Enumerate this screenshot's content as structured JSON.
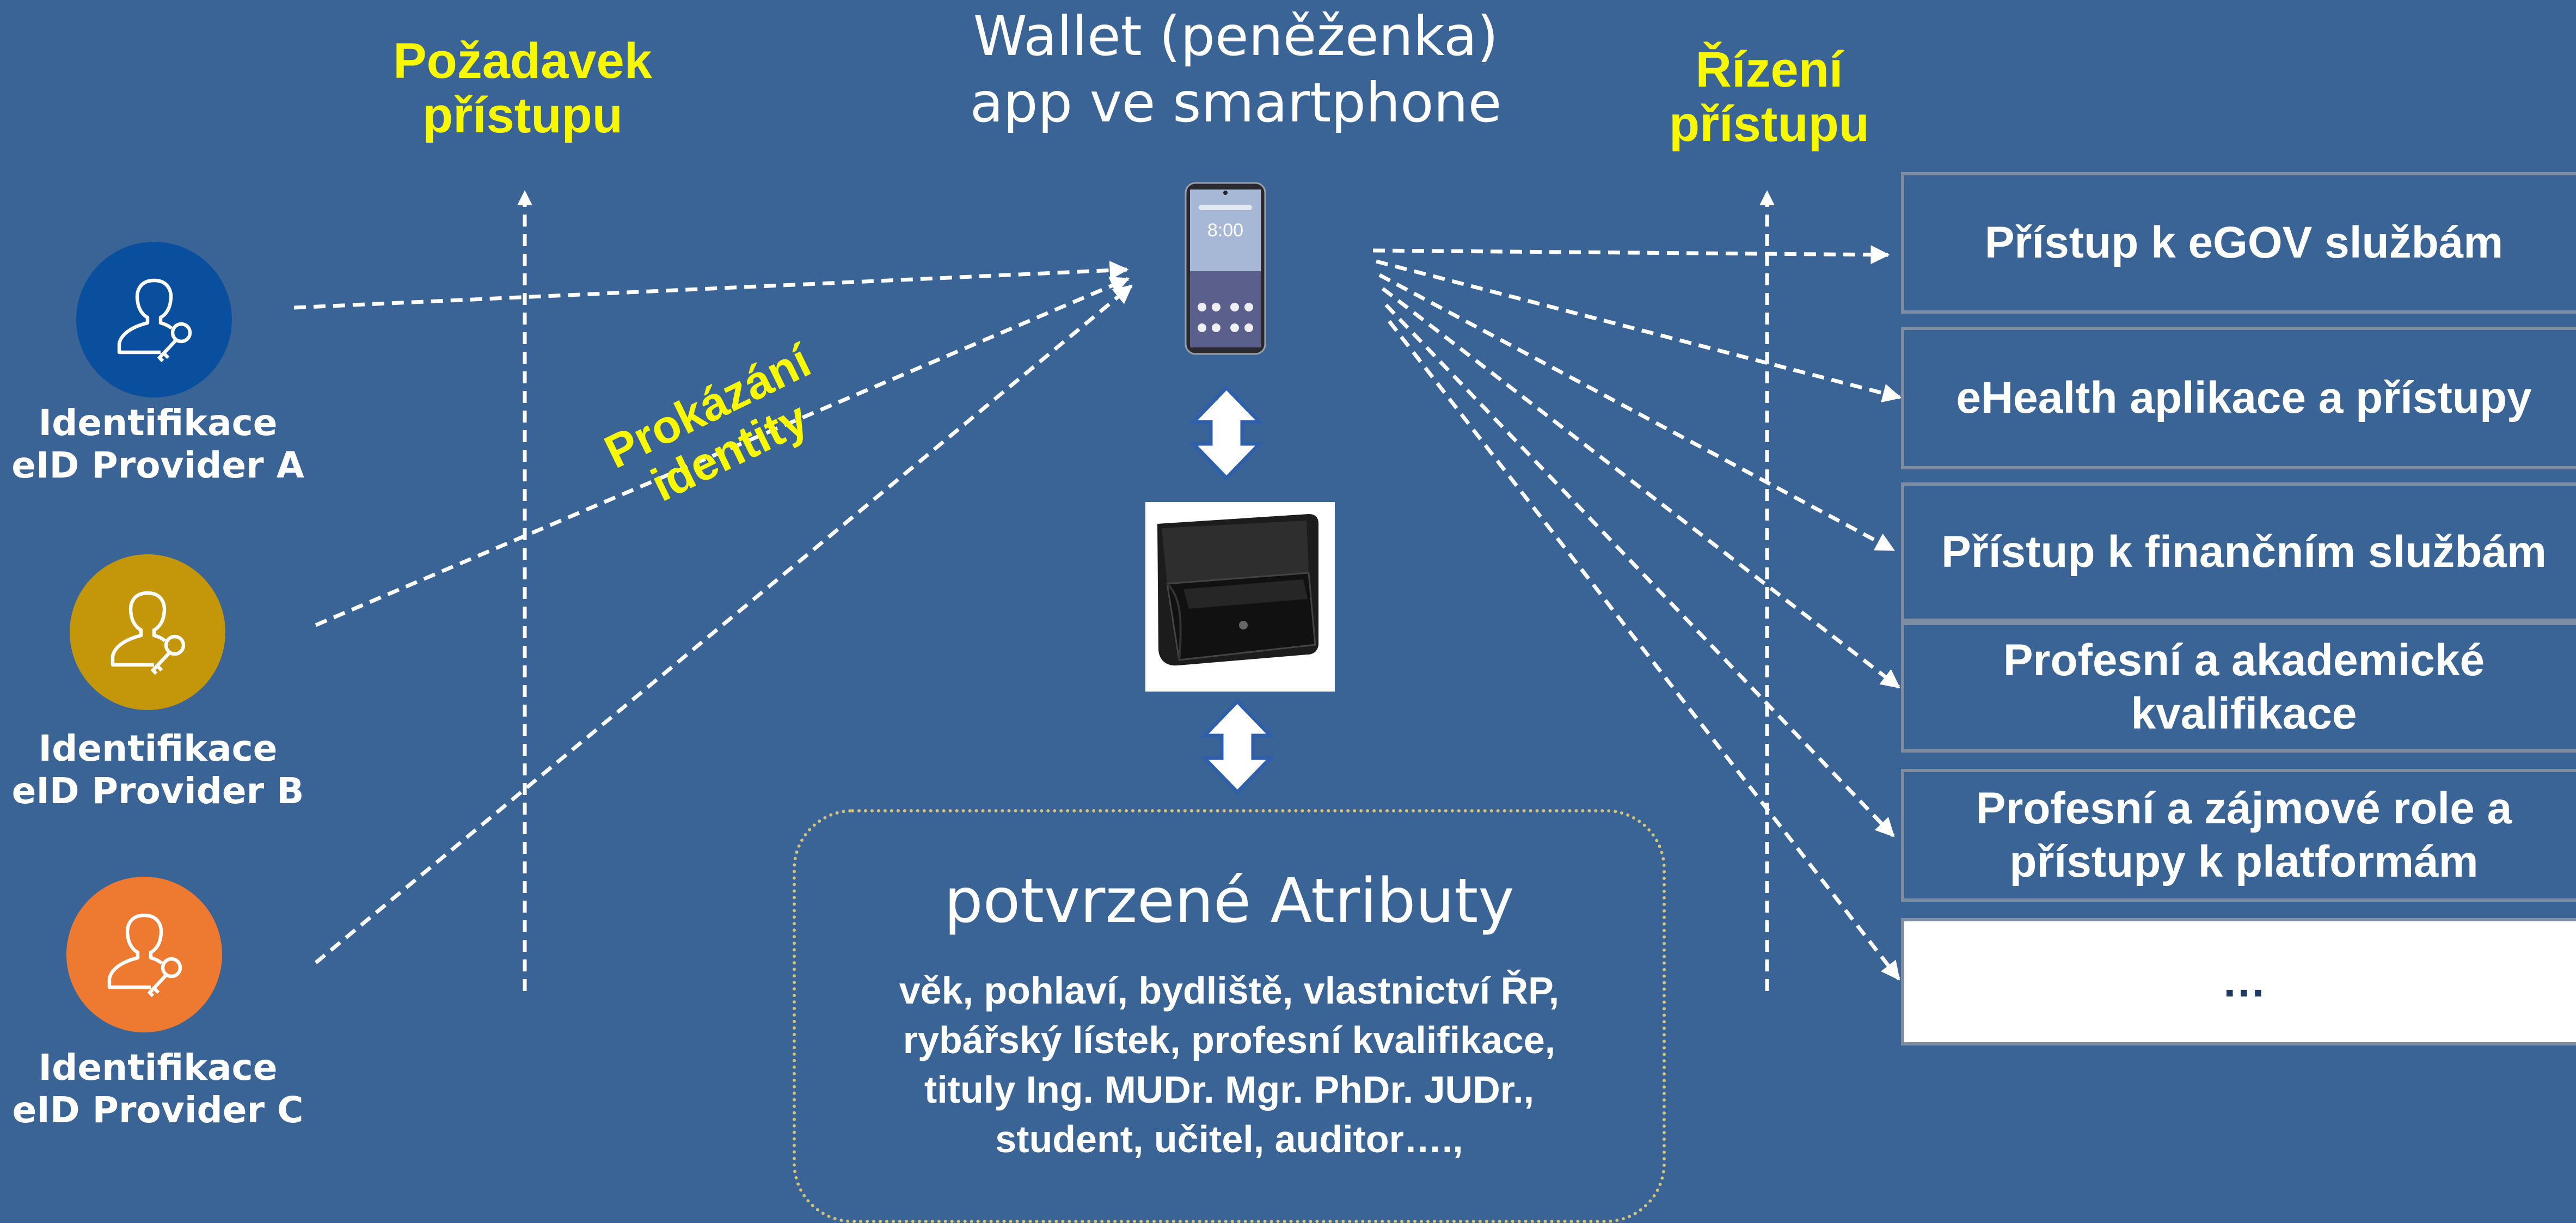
{
  "headings": {
    "request_access": "Požadavek\npřístupu",
    "wallet_app": "Wallet (peněženka)\napp ve smartphone",
    "access_control": "Řízení\npřístupu"
  },
  "identity_proof_label": "Prokázání\nidentity",
  "phone_time": "8:00",
  "providers": [
    {
      "label": "Identifikace\neID Provider A",
      "color": "#0a4f9e",
      "icon": "user-key-icon"
    },
    {
      "label": "Identifikace\neID Provider B",
      "color": "#c4960a",
      "icon": "user-key-icon"
    },
    {
      "label": "Identifikace\neID Provider C",
      "color": "#ee7a32",
      "icon": "user-key-icon"
    }
  ],
  "access_services": [
    "Přístup k eGOV službám",
    "eHealth aplikace a přístupy",
    "Přístup k finančním službám",
    "Profesní a akademické\nkvalifikace",
    "Profesní a zájmové role a\npřístupy k platformám",
    "…"
  ],
  "attributes": {
    "title": "potvrzené Atributy",
    "list": "věk, pohlaví, bydliště, vlastnictví ŘP,\nrybářský lístek, profesní kvalifikace,\ntituly Ing. MUDr. Mgr. PhDr. JUDr.,\nstudent, učitel, auditor….,"
  },
  "colors": {
    "background": "#3a6496",
    "heading_yellow": "#f8f800",
    "box_border": "#7f8da3",
    "last_box_fill": "#ffffff",
    "last_box_text": "#1f3864"
  }
}
